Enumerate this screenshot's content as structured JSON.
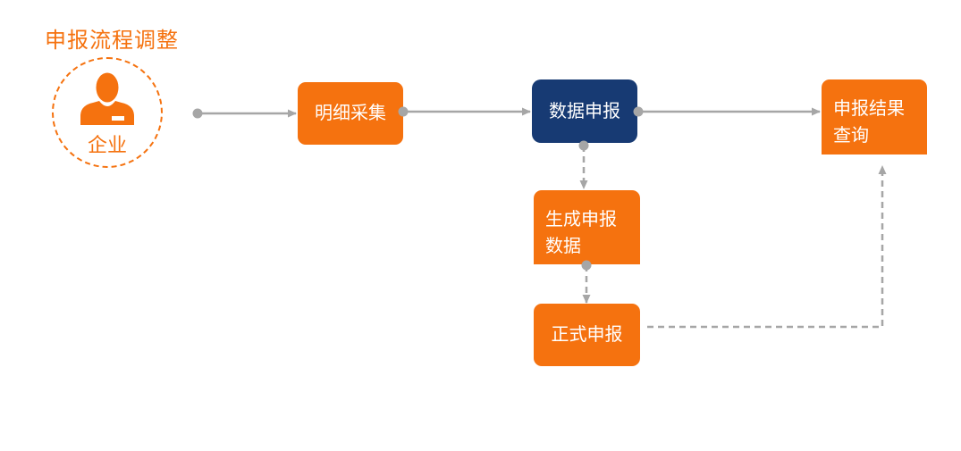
{
  "title": "申报流程调整",
  "colors": {
    "orange": "#F5720F",
    "blue": "#173A73",
    "connector": "#A6A6A6"
  },
  "actor": {
    "label": "企业",
    "icon": "person-icon"
  },
  "nodes": {
    "detail_collection": {
      "label": "明细采集"
    },
    "data_declaration": {
      "label": "数据申报"
    },
    "result_query": {
      "lines": [
        "申报结果",
        "查询"
      ]
    },
    "generate_data": {
      "lines": [
        "生成申报",
        "数据"
      ]
    },
    "formal_declaration": {
      "label": "正式申报"
    }
  }
}
